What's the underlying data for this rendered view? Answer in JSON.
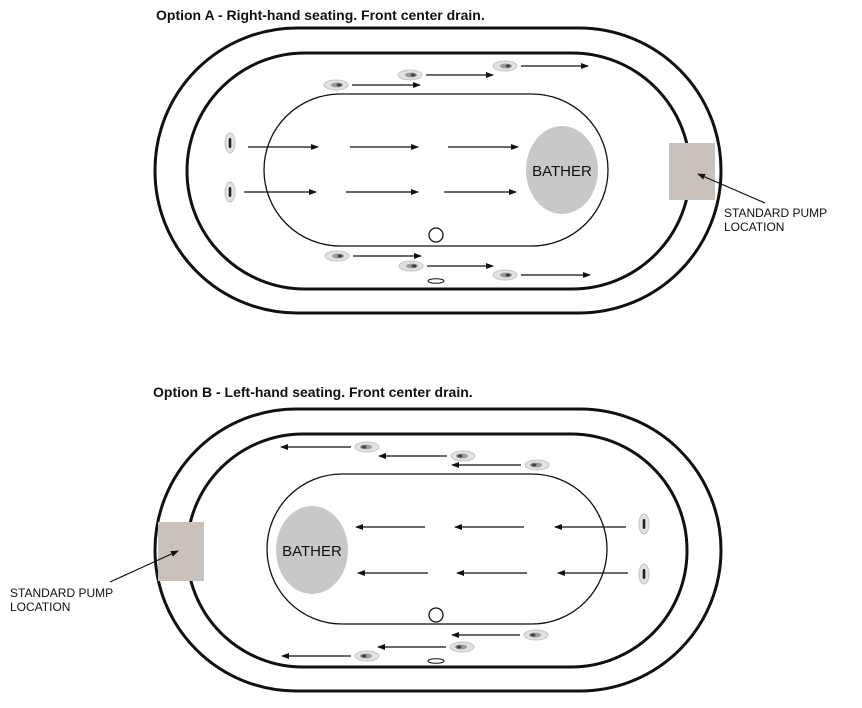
{
  "option_a": {
    "title": "Option A - Right-hand seating. Front center drain.",
    "bather_label": "BATHER",
    "pump_label_line1": "STANDARD PUMP",
    "pump_label_line2": "LOCATION"
  },
  "option_b": {
    "title": "Option B - Left-hand seating. Front center drain.",
    "bather_label": "BATHER",
    "pump_label_line1": "STANDARD PUMP",
    "pump_label_line2": "LOCATION"
  },
  "colors": {
    "outline": "#111111",
    "bather": "#c8c8c8",
    "pump": "#c9c1bb",
    "jet": "#e4e4e4"
  }
}
